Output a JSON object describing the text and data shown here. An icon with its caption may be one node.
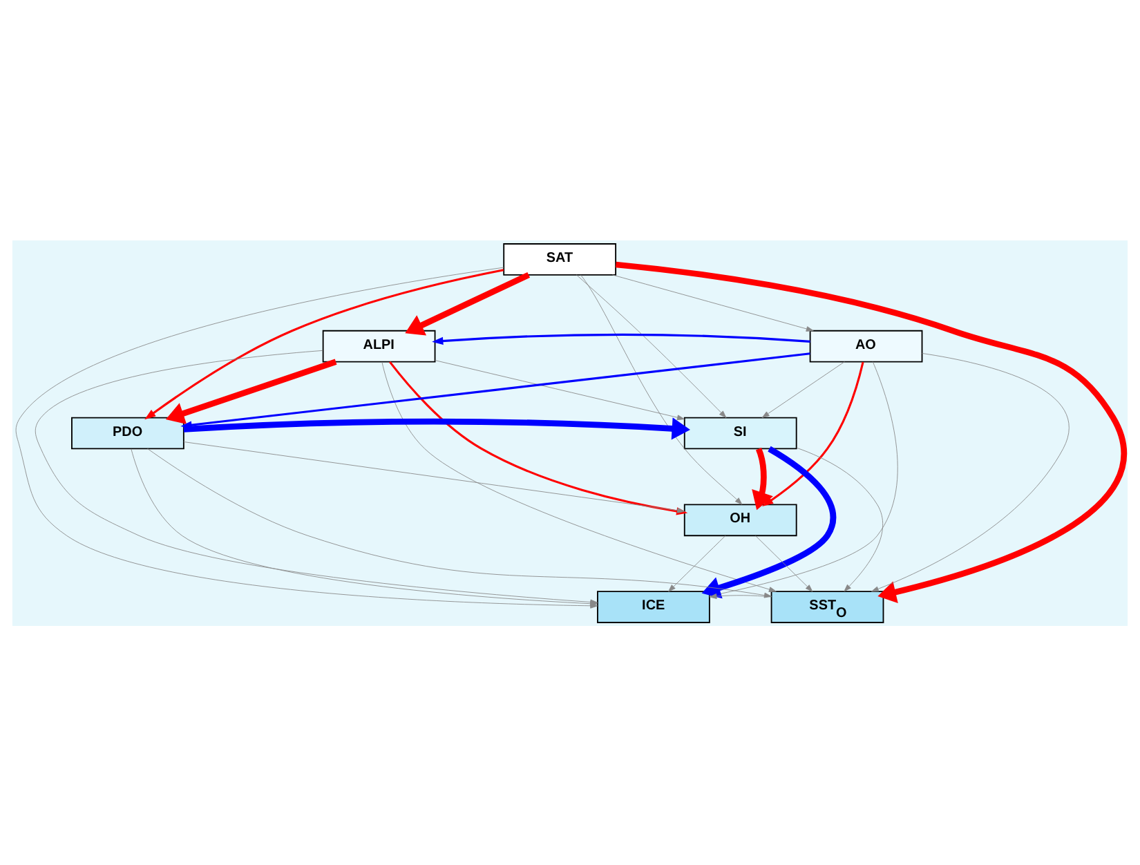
{
  "diagram": {
    "nodes": [
      {
        "text": [
          "SAT"
        ]
      },
      {
        "text": [
          "ALPI"
        ]
      },
      {
        "text": [
          "AO"
        ]
      },
      {
        "text": [
          "SI"
        ]
      },
      {
        "text": [
          "PDO"
        ]
      },
      {
        "text": [
          "OH"
        ]
      },
      {
        "text": [
          "ICE"
        ]
      },
      {
        "text": [
          "SST$_{O}$"
        ]
      }
    ],
    "edges": [
      {
        "from": 0,
        "to": 1,
        "arrow": "to",
        "style": "thick",
        "color": "#ff0000"
      },
      {
        "from": 0,
        "to": 4,
        "arrow": "to",
        "color": "#ff0000"
      },
      {
        "from": 0,
        "to": 7,
        "arrow": "to",
        "style": "thick",
        "color": "#ff0000"
      },
      {
        "from": 0,
        "to": 2,
        "arrow": "to"
      },
      {
        "from": 0,
        "to": 3,
        "arrow": "to"
      },
      {
        "from": 0,
        "to": 5,
        "arrow": "to"
      },
      {
        "from": 0,
        "to": 6,
        "arrow": "to"
      },
      {
        "from": 2,
        "to": 1,
        "arrow": "to",
        "color": "#0000ff"
      },
      {
        "from": 1,
        "to": 4,
        "arrow": "to",
        "style": "thick",
        "color": "#ff0000"
      },
      {
        "from": 1,
        "to": 5,
        "arrow": "to",
        "color": "#ff0000"
      },
      {
        "from": 1,
        "to": 3,
        "arrow": "to"
      },
      {
        "from": 1,
        "to": 6,
        "arrow": "to"
      },
      {
        "from": 1,
        "to": 7,
        "arrow": "to"
      },
      {
        "from": 2,
        "to": 4,
        "arrow": "to",
        "color": "#0000ff"
      },
      {
        "from": 2,
        "to": 5,
        "arrow": "to",
        "color": "#ff0000"
      },
      {
        "from": 2,
        "to": 3,
        "arrow": "to"
      },
      {
        "from": 2,
        "to": 6,
        "arrow": "to"
      },
      {
        "from": 2,
        "to": 7,
        "arrow": "to"
      },
      {
        "from": 4,
        "to": 3,
        "arrow": "to",
        "style": "thick",
        "color": "#0000ff"
      },
      {
        "from": 4,
        "to": 5,
        "arrow": "to"
      },
      {
        "from": 4,
        "to": 6,
        "arrow": "to"
      },
      {
        "from": 4,
        "to": 7,
        "arrow": "to"
      },
      {
        "from": 3,
        "to": 5,
        "arrow": "to",
        "style": "thick",
        "color": "#ff0000"
      },
      {
        "from": 3,
        "to": 6,
        "arrow": "to",
        "style": "thick",
        "color": "#0000ff"
      },
      {
        "from": 3,
        "to": 7,
        "arrow": "to"
      },
      {
        "from": 5,
        "to": 6,
        "arrow": "to"
      },
      {
        "from": 5,
        "to": 7,
        "arrow": "to"
      },
      {
        "from": 7,
        "to": 6,
        "arrow": "to"
      }
    ]
  }
}
